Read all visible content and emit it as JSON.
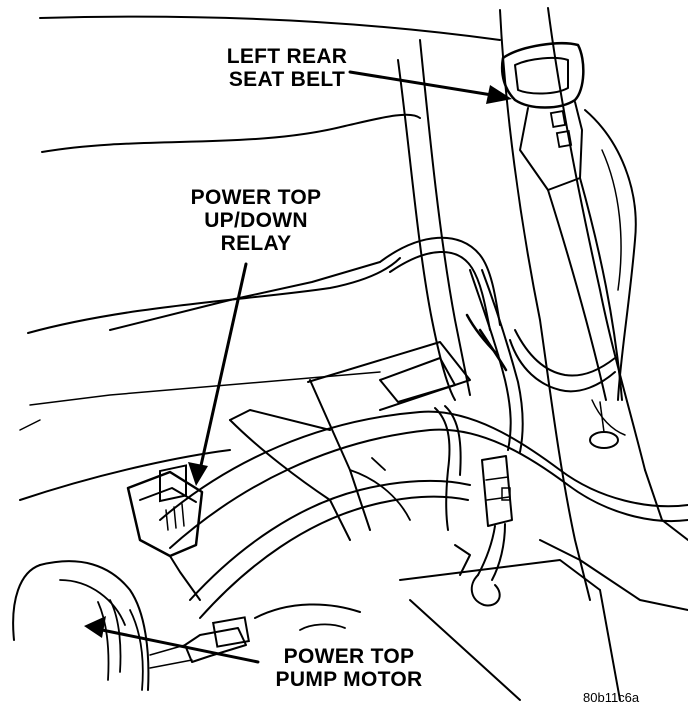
{
  "figure": {
    "labels": {
      "seat_belt": [
        "LEFT REAR",
        "SEAT BELT"
      ],
      "relay": [
        "POWER TOP",
        "UP/DOWN",
        "RELAY"
      ],
      "pump_motor": [
        "POWER TOP",
        "PUMP MOTOR"
      ]
    },
    "figure_code": "80b11c6a"
  }
}
